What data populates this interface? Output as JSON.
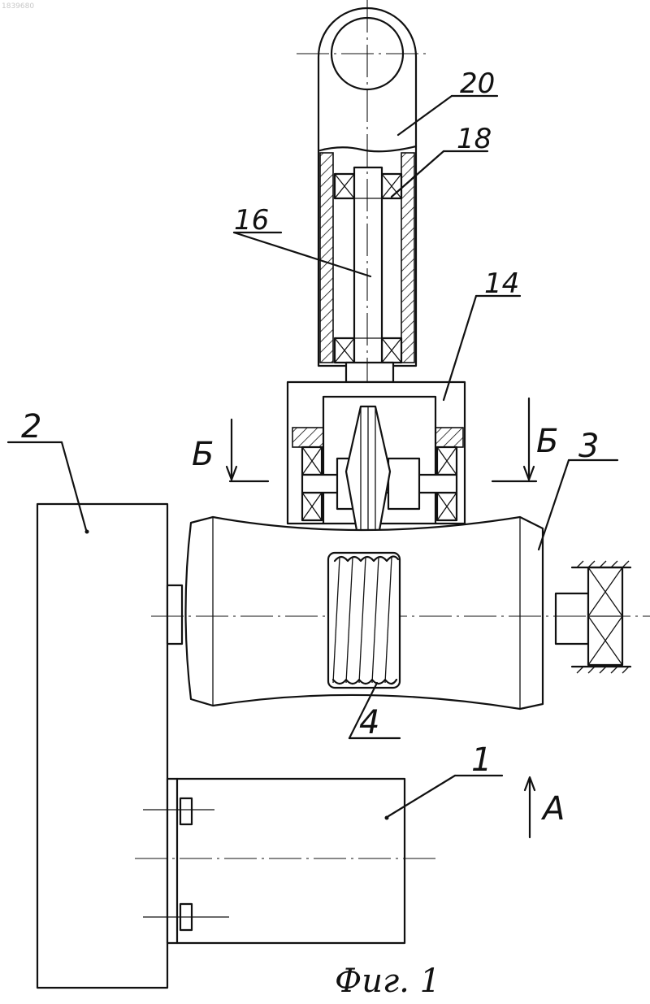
{
  "doc_id": "1839680",
  "labels": {
    "l20": "20",
    "l18": "18",
    "l16": "16",
    "l14": "14",
    "l2": "2",
    "l3": "3",
    "l4": "4",
    "l1": "1",
    "b_left": "Б",
    "b_right": "Б",
    "a": "A"
  },
  "caption": "Фиг. 1"
}
